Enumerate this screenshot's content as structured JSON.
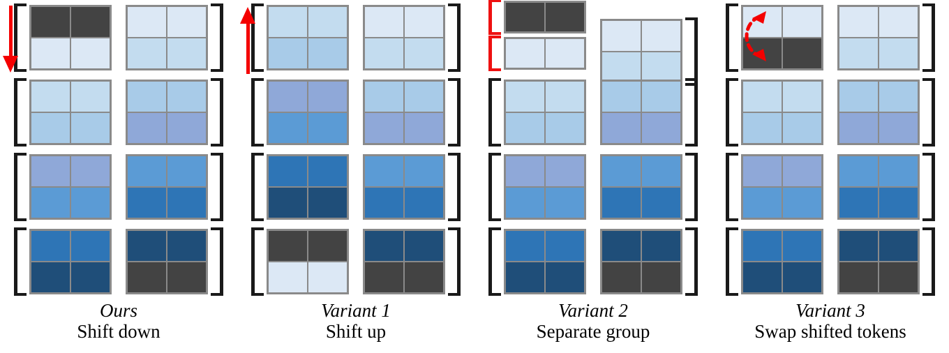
{
  "figure": {
    "type": "diagram",
    "description": "Comparison of token shifting strategies across four attention-window variants",
    "palette": {
      "dark_gray": "#434343",
      "blue_0": "#dce8f5",
      "blue_1": "#c3dcef",
      "blue_2": "#a8cbe8",
      "blue_3": "#8fa8d8",
      "blue_4": "#5b9bd5",
      "blue_5": "#2e75b6",
      "blue_6": "#1f4e79",
      "border_gray": "#8a8a8a",
      "bracket_black": "#1a1a1a",
      "accent_red": "#f40000"
    }
  },
  "columns": [
    {
      "id": "ours",
      "caption": {
        "title": "Ours",
        "desc": "Shift down"
      },
      "arrow": {
        "name": "arrow-down-icon",
        "direction": "down",
        "color": "#f40000"
      },
      "layout": "standard",
      "rows": [
        {
          "left": [
            "dark_gray",
            "dark_gray",
            "blue_0",
            "blue_0"
          ],
          "right": [
            "blue_0",
            "blue_0",
            "blue_1",
            "blue_1"
          ]
        },
        {
          "left": [
            "blue_1",
            "blue_1",
            "blue_2",
            "blue_2"
          ],
          "right": [
            "blue_2",
            "blue_2",
            "blue_3",
            "blue_3"
          ]
        },
        {
          "left": [
            "blue_3",
            "blue_3",
            "blue_4",
            "blue_4"
          ],
          "right": [
            "blue_4",
            "blue_4",
            "blue_5",
            "blue_5"
          ]
        },
        {
          "left": [
            "blue_5",
            "blue_5",
            "blue_6",
            "blue_6"
          ],
          "right": [
            "blue_6",
            "blue_6",
            "dark_gray",
            "dark_gray"
          ]
        }
      ]
    },
    {
      "id": "variant-1",
      "caption": {
        "title": "Variant 1",
        "desc": "Shift up"
      },
      "arrow": {
        "name": "arrow-up-icon",
        "direction": "up",
        "color": "#f40000"
      },
      "layout": "standard",
      "rows": [
        {
          "left": [
            "blue_1",
            "blue_1",
            "blue_2",
            "blue_2"
          ],
          "right": [
            "blue_0",
            "blue_0",
            "blue_1",
            "blue_1"
          ]
        },
        {
          "left": [
            "blue_3",
            "blue_3",
            "blue_4",
            "blue_4"
          ],
          "right": [
            "blue_2",
            "blue_2",
            "blue_3",
            "blue_3"
          ]
        },
        {
          "left": [
            "blue_5",
            "blue_5",
            "blue_6",
            "blue_6"
          ],
          "right": [
            "blue_4",
            "blue_4",
            "blue_5",
            "blue_5"
          ]
        },
        {
          "left": [
            "dark_gray",
            "dark_gray",
            "blue_0",
            "blue_0"
          ],
          "right": [
            "blue_6",
            "blue_6",
            "dark_gray",
            "dark_gray"
          ]
        }
      ]
    },
    {
      "id": "variant-2",
      "caption": {
        "title": "Variant 2",
        "desc": "Separate group"
      },
      "arrow": null,
      "layout": "separate-group",
      "rows": [
        {
          "left": [
            "dark_gray",
            "dark_gray",
            "blue_0",
            "blue_0"
          ],
          "right": [
            "blue_0",
            "blue_0",
            "blue_1",
            "blue_1"
          ]
        },
        {
          "left": [
            "blue_1",
            "blue_1",
            "blue_2",
            "blue_2"
          ],
          "right": [
            "blue_2",
            "blue_2",
            "blue_3",
            "blue_3"
          ]
        },
        {
          "left": [
            "blue_3",
            "blue_3",
            "blue_4",
            "blue_4"
          ],
          "right": [
            "blue_4",
            "blue_4",
            "blue_5",
            "blue_5"
          ]
        },
        {
          "left": [
            "blue_5",
            "blue_5",
            "blue_6",
            "blue_6"
          ],
          "right": [
            "blue_6",
            "blue_6",
            "dark_gray",
            "dark_gray"
          ]
        }
      ]
    },
    {
      "id": "variant-3",
      "caption": {
        "title": "Variant 3",
        "desc": "Swap shifted tokens"
      },
      "arrow": {
        "name": "swap-arrow-icon",
        "direction": "swap",
        "color": "#f40000",
        "style": "dashed-curved-double"
      },
      "layout": "standard",
      "rows": [
        {
          "left": [
            "blue_0",
            "blue_0",
            "dark_gray",
            "dark_gray"
          ],
          "right": [
            "blue_0",
            "blue_0",
            "blue_1",
            "blue_1"
          ]
        },
        {
          "left": [
            "blue_1",
            "blue_1",
            "blue_2",
            "blue_2"
          ],
          "right": [
            "blue_2",
            "blue_2",
            "blue_3",
            "blue_3"
          ]
        },
        {
          "left": [
            "blue_3",
            "blue_3",
            "blue_4",
            "blue_4"
          ],
          "right": [
            "blue_4",
            "blue_4",
            "blue_5",
            "blue_5"
          ]
        },
        {
          "left": [
            "blue_5",
            "blue_5",
            "blue_6",
            "blue_6"
          ],
          "right": [
            "blue_6",
            "blue_6",
            "dark_gray",
            "dark_gray"
          ]
        }
      ]
    }
  ]
}
